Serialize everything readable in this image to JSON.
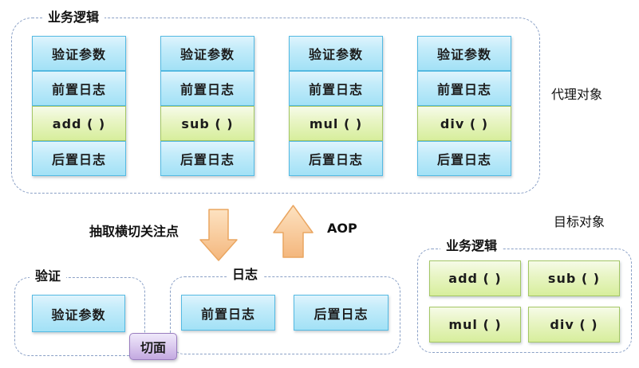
{
  "colors": {
    "blue_box_top": "#dff4fd",
    "blue_box_bottom": "#a2e1f6",
    "blue_box_border": "#54bae3",
    "green_box_top": "#f6fbe8",
    "green_box_bottom": "#d7ee9c",
    "green_box_border": "#a4c765",
    "purple_box_top": "#efe8fa",
    "purple_box_bottom": "#c3a9e0",
    "purple_box_border": "#9a7dbf",
    "dashed_border": "#8aa0c6",
    "arrow_light": "#fde2c1",
    "arrow_dark": "#f4b77d",
    "arrow_border": "#eaa661"
  },
  "proxy_section": {
    "container_label": "业务逻辑",
    "side_label": "代理对象",
    "columns": [
      {
        "cells": [
          {
            "label": "验证参数"
          },
          {
            "label": "前置日志"
          },
          {
            "label": "add (  )"
          },
          {
            "label": "后置日志"
          }
        ]
      },
      {
        "cells": [
          {
            "label": "验证参数"
          },
          {
            "label": "前置日志"
          },
          {
            "label": "sub (  )"
          },
          {
            "label": "后置日志"
          }
        ]
      },
      {
        "cells": [
          {
            "label": "验证参数"
          },
          {
            "label": "前置日志"
          },
          {
            "label": "mul (  )"
          },
          {
            "label": "后置日志"
          }
        ]
      },
      {
        "cells": [
          {
            "label": "验证参数"
          },
          {
            "label": "前置日志"
          },
          {
            "label": "div (  )"
          },
          {
            "label": "后置日志"
          }
        ]
      }
    ]
  },
  "middle": {
    "extract_label": "抽取横切关注点",
    "aop_label": "AOP",
    "down_arrow_icon": "block-arrow-down",
    "up_arrow_icon": "block-arrow-up"
  },
  "validation_section": {
    "container_label": "验证",
    "box_label": "验证参数"
  },
  "log_section": {
    "container_label": "日志",
    "boxes": [
      {
        "label": "前置日志"
      },
      {
        "label": "后置日志"
      }
    ]
  },
  "aspect_box": {
    "label": "切面"
  },
  "target_section": {
    "side_label": "目标对象",
    "container_label": "业务逻辑",
    "boxes": [
      {
        "label": "add (  )"
      },
      {
        "label": "sub (  )"
      },
      {
        "label": "mul (  )"
      },
      {
        "label": "div (  )"
      }
    ]
  }
}
